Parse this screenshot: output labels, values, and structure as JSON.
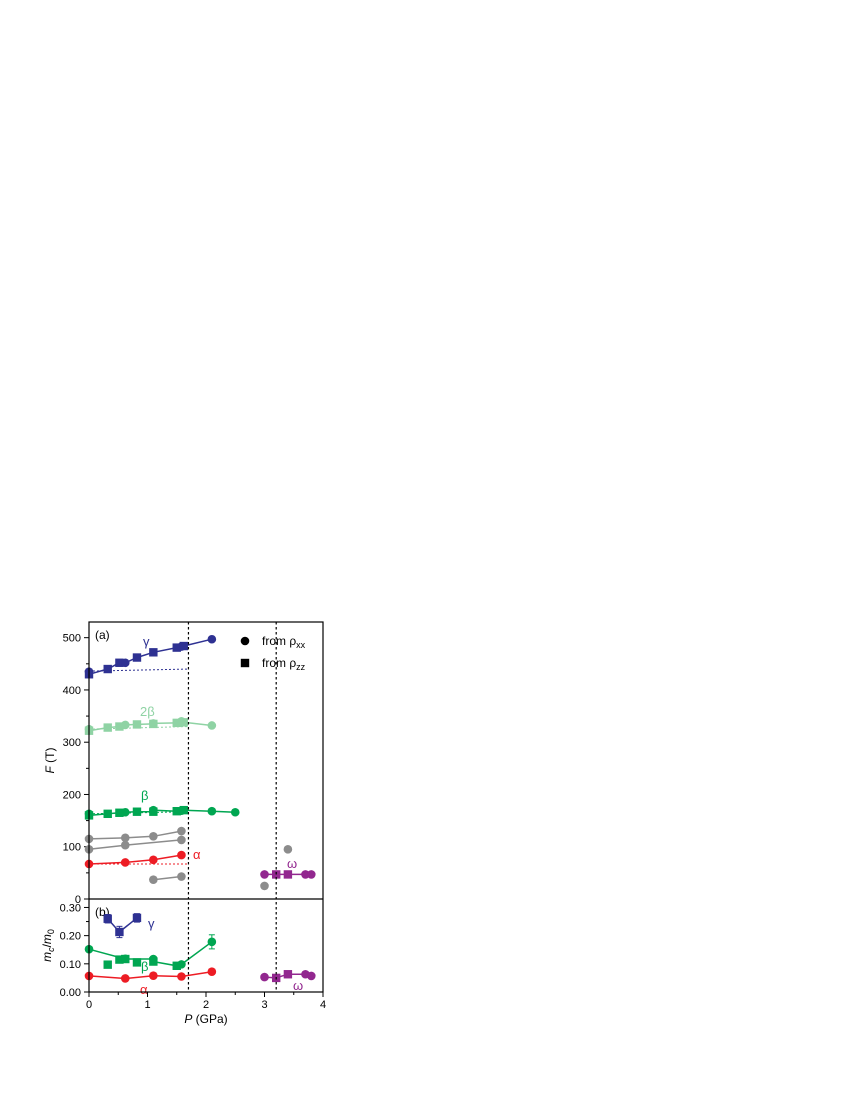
{
  "figure": {
    "x_axis_label_var": "P",
    "x_axis_label_unit": "(GPa)",
    "panels": [
      {
        "id": "a",
        "label": "(a)",
        "ylabel_var": "F",
        "ylabel_unit": "(T)"
      },
      {
        "id": "b",
        "label": "(b)",
        "ylabel_html": "m_c/m_0"
      }
    ],
    "legend": [
      {
        "marker": "circle",
        "text_main": "from ρ",
        "text_sub": "xx"
      },
      {
        "marker": "square",
        "text_main": "from ρ",
        "text_sub": "zz"
      }
    ],
    "dashed_lines_at_P": [
      1.7,
      3.2
    ],
    "colors": {
      "gamma": "#2e3192",
      "twobeta": "#8fd3a4",
      "beta": "#00a651",
      "grey": "#8c8c8c",
      "alpha": "#ed1c24",
      "omega": "#92278f"
    }
  },
  "chart_data": [
    {
      "panel": "a",
      "type": "scatter",
      "xlabel": "P (GPa)",
      "ylabel": "F (T)",
      "xlim": [
        0,
        4
      ],
      "ylim": [
        0,
        530
      ],
      "xticks": [
        0,
        1,
        2,
        3,
        4
      ],
      "yticks": [
        0,
        100,
        200,
        300,
        400,
        500
      ],
      "series": [
        {
          "name": "γ",
          "color": "#2e3192",
          "connect": [
            [
              0,
              1,
              2,
              3,
              4,
              5,
              6,
              7,
              8,
              9,
              10
            ]
          ],
          "points": [
            [
              0,
              435,
              "c"
            ],
            [
              0,
              430,
              "s"
            ],
            [
              0.32,
              440,
              "s"
            ],
            [
              0.52,
              452,
              "s"
            ],
            [
              0.62,
              452,
              "c"
            ],
            [
              0.82,
              462,
              "s"
            ],
            [
              1.1,
              472,
              "s"
            ],
            [
              1.5,
              481,
              "s"
            ],
            [
              1.58,
              483,
              "c"
            ],
            [
              1.62,
              484,
              "s"
            ],
            [
              2.1,
              497,
              "c"
            ]
          ],
          "dashed": [
            [
              0,
              436
            ],
            [
              1.7,
              440
            ]
          ],
          "label": "γ"
        },
        {
          "name": "2β",
          "color": "#8fd3a4",
          "connect": [
            [
              0,
              1,
              2,
              3,
              4,
              5,
              6,
              7,
              8,
              9,
              10,
              11
            ]
          ],
          "points": [
            [
              0,
              325,
              "c"
            ],
            [
              0,
              322,
              "s"
            ],
            [
              0.32,
              328,
              "s"
            ],
            [
              0.52,
              330,
              "s"
            ],
            [
              0.62,
              333,
              "c"
            ],
            [
              0.82,
              334,
              "s"
            ],
            [
              1.1,
              335,
              "s"
            ],
            [
              1.1,
              336,
              "c"
            ],
            [
              1.5,
              337,
              "s"
            ],
            [
              1.58,
              340,
              "c"
            ],
            [
              1.62,
              338,
              "s"
            ],
            [
              2.1,
              332,
              "c"
            ]
          ],
          "dashed": [
            [
              0,
              325
            ],
            [
              1.7,
              330
            ]
          ],
          "label": "2β"
        },
        {
          "name": "β",
          "color": "#00a651",
          "connect": [
            [
              0,
              1,
              2,
              3,
              4,
              5,
              6,
              7,
              8,
              9,
              10,
              11,
              12
            ]
          ],
          "points": [
            [
              0,
              163,
              "c"
            ],
            [
              0,
              160,
              "s"
            ],
            [
              0.32,
              163,
              "s"
            ],
            [
              0.52,
              165,
              "s"
            ],
            [
              0.62,
              166,
              "c"
            ],
            [
              0.82,
              167,
              "s"
            ],
            [
              1.1,
              167,
              "s"
            ],
            [
              1.1,
              170,
              "c"
            ],
            [
              1.5,
              168,
              "s"
            ],
            [
              1.58,
              169,
              "c"
            ],
            [
              1.62,
              170,
              "s"
            ],
            [
              2.1,
              168,
              "c"
            ],
            [
              2.5,
              166,
              "c"
            ]
          ],
          "dashed": [
            [
              0,
              163
            ],
            [
              1.7,
              167
            ]
          ],
          "label": "β"
        },
        {
          "name": "grey",
          "color": "#8c8c8c",
          "connect": [
            [
              0,
              1,
              2,
              3
            ],
            [
              4,
              5,
              6
            ],
            [
              7,
              8
            ]
          ],
          "points": [
            [
              0,
              115,
              "c"
            ],
            [
              0.62,
              117,
              "c"
            ],
            [
              1.1,
              120,
              "c"
            ],
            [
              1.58,
              130,
              "c"
            ],
            [
              0,
              95,
              "c"
            ],
            [
              0.62,
              103,
              "c"
            ],
            [
              1.58,
              113,
              "c"
            ],
            [
              1.1,
              37,
              "c"
            ],
            [
              1.58,
              43,
              "c"
            ],
            [
              3.0,
              25,
              "c"
            ],
            [
              3.4,
              95,
              "c"
            ]
          ]
        },
        {
          "name": "α",
          "color": "#ed1c24",
          "connect": [
            [
              0,
              1,
              2,
              3
            ]
          ],
          "points": [
            [
              0,
              67,
              "c"
            ],
            [
              0.62,
              70,
              "c"
            ],
            [
              1.1,
              75,
              "c"
            ],
            [
              1.58,
              84,
              "c"
            ]
          ],
          "dashed": [
            [
              0,
              67
            ],
            [
              1.7,
              67
            ]
          ],
          "label": "α"
        },
        {
          "name": "ω",
          "color": "#92278f",
          "connect": [
            [
              0,
              1,
              2,
              3,
              4
            ]
          ],
          "points": [
            [
              3.0,
              47,
              "c"
            ],
            [
              3.2,
              47,
              "s"
            ],
            [
              3.4,
              47,
              "s"
            ],
            [
              3.7,
              47,
              "c"
            ],
            [
              3.8,
              47,
              "c"
            ]
          ],
          "label": "ω"
        }
      ]
    },
    {
      "panel": "b",
      "type": "scatter",
      "xlabel": "P (GPa)",
      "ylabel": "mc/m0",
      "xlim": [
        0,
        4
      ],
      "ylim": [
        0,
        0.33
      ],
      "xticks": [
        0,
        1,
        2,
        3,
        4
      ],
      "yticks": [
        0,
        0.1,
        0.2,
        0.3
      ],
      "ytick_labels": [
        "0.00",
        "0.10",
        "0.20",
        "0.30"
      ],
      "series": [
        {
          "name": "γ",
          "color": "#2e3192",
          "connect": [
            [
              0,
              1,
              2
            ]
          ],
          "points": [
            [
              0.32,
              0.26,
              "s",
              0.015
            ],
            [
              0.52,
              0.213,
              "s",
              0.02
            ],
            [
              0.82,
              0.263,
              "s",
              0.015
            ]
          ],
          "label": "γ"
        },
        {
          "name": "β",
          "color": "#00a651",
          "connect": [
            [
              0,
              4,
              6,
              7,
              8,
              9,
              10
            ]
          ],
          "points": [
            [
              0,
              0.152,
              "c"
            ],
            [
              0.32,
              0.097,
              "s"
            ],
            [
              0.52,
              0.115,
              "s"
            ],
            [
              0.62,
              0.118,
              "c"
            ],
            [
              0.62,
              0.117,
              "s"
            ],
            [
              0.82,
              0.105,
              "s"
            ],
            [
              1.1,
              0.117,
              "c"
            ],
            [
              1.1,
              0.108,
              "s"
            ],
            [
              1.5,
              0.093,
              "s"
            ],
            [
              1.58,
              0.098,
              "c"
            ],
            [
              2.1,
              0.178,
              "c",
              0.025
            ]
          ],
          "label": "β"
        },
        {
          "name": "α",
          "color": "#ed1c24",
          "connect": [
            [
              0,
              1,
              2,
              3,
              4
            ]
          ],
          "points": [
            [
              0,
              0.057,
              "c"
            ],
            [
              0.62,
              0.048,
              "c"
            ],
            [
              1.1,
              0.058,
              "c"
            ],
            [
              1.58,
              0.055,
              "c"
            ],
            [
              2.1,
              0.072,
              "c"
            ]
          ],
          "label": "α"
        },
        {
          "name": "ω",
          "color": "#92278f",
          "connect": [
            [
              0,
              1,
              2,
              3,
              4
            ]
          ],
          "points": [
            [
              3.0,
              0.053,
              "c"
            ],
            [
              3.2,
              0.05,
              "s"
            ],
            [
              3.4,
              0.063,
              "s"
            ],
            [
              3.7,
              0.063,
              "c"
            ],
            [
              3.8,
              0.057,
              "c"
            ]
          ],
          "label": "ω"
        }
      ]
    }
  ]
}
